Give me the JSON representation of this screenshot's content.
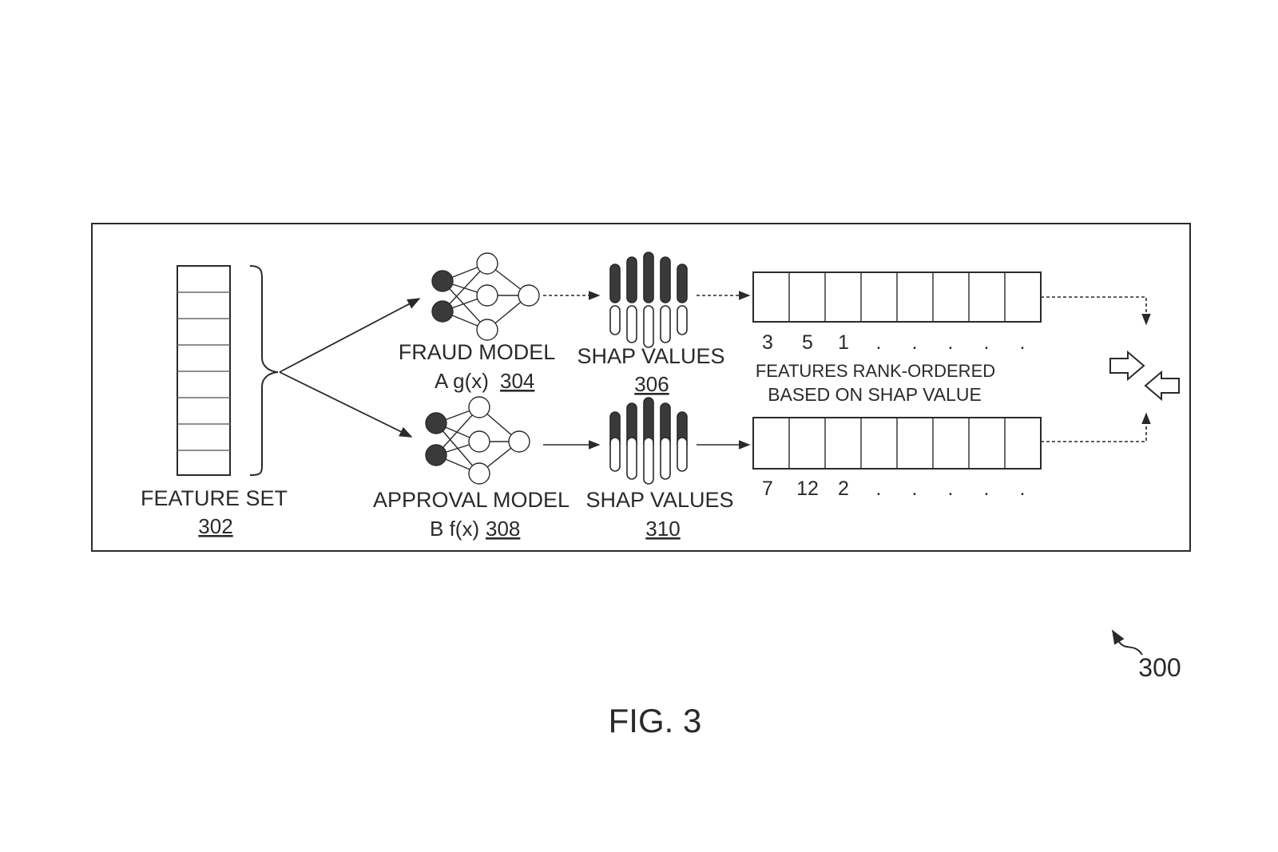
{
  "feature_set": {
    "label": "FEATURE SET",
    "ref": "302"
  },
  "fraud_model": {
    "label": "FRAUD MODEL",
    "formula": "A g(x)",
    "ref": "304"
  },
  "shap_top": {
    "label": "SHAP VALUES",
    "ref": "306"
  },
  "approval_model": {
    "label": "APPROVAL MODEL",
    "formula": "B f(x)",
    "ref": "308"
  },
  "shap_bottom": {
    "label": "SHAP VALUES",
    "ref": "310"
  },
  "rank_top": {
    "values": [
      "3",
      "5",
      "1",
      ".",
      ".",
      ".",
      ".",
      "."
    ]
  },
  "rank_bottom": {
    "values": [
      "7",
      "12",
      "2",
      ".",
      ".",
      ".",
      ".",
      "."
    ]
  },
  "rank_caption": {
    "line1": "FEATURES RANK-ORDERED",
    "line2": "BASED ON SHAP VALUE"
  },
  "figure": {
    "ref": "300",
    "caption": "FIG. 3"
  },
  "colors": {
    "ink": "#2a2a2a",
    "dark_fill": "#3a3a3a",
    "background": "#ffffff"
  }
}
